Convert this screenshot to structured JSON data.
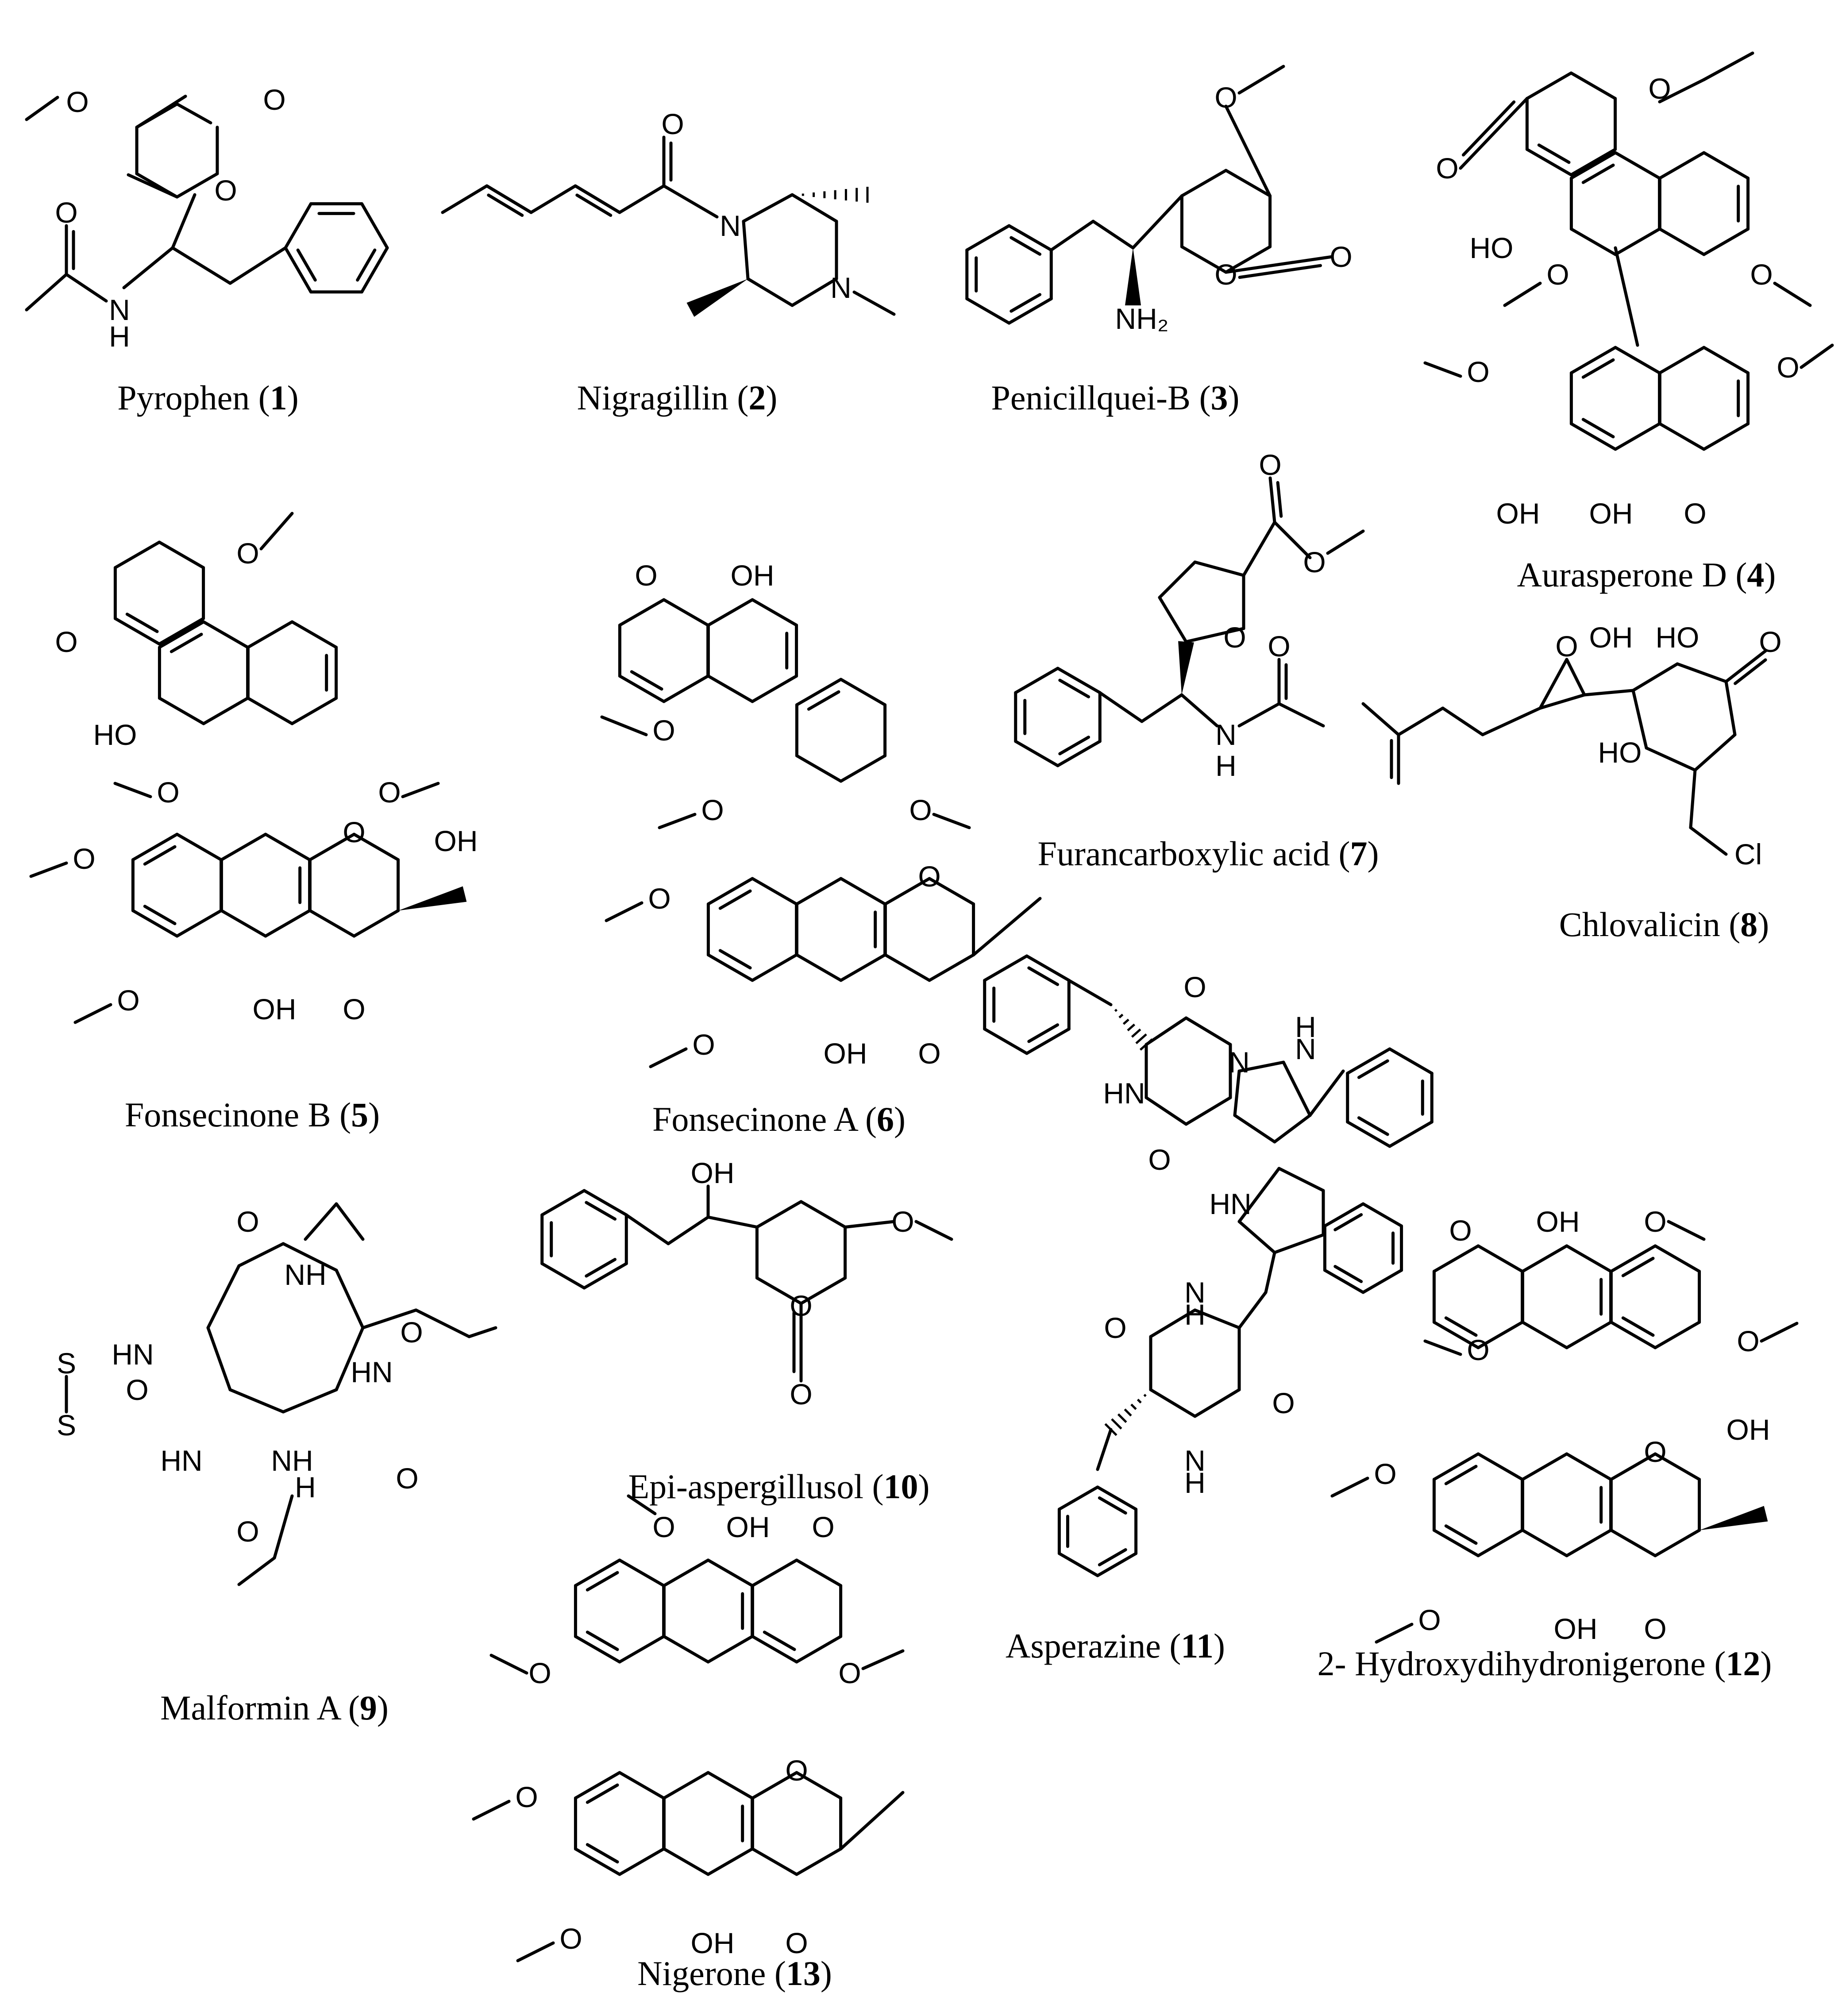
{
  "compounds": [
    {
      "name": "Pyrophen",
      "number": "1"
    },
    {
      "name": "Nigragillin",
      "number": "2"
    },
    {
      "name": "Penicillquei-B",
      "number": "3"
    },
    {
      "name": "Aurasperone D",
      "number": "4"
    },
    {
      "name": "Fonsecinone B",
      "number": "5"
    },
    {
      "name": "Fonsecinone A",
      "number": "6"
    },
    {
      "name": "Furancarboxylic acid",
      "number": "7"
    },
    {
      "name": "Chlovalicin",
      "number": "8"
    },
    {
      "name": "Malformin A",
      "number": "9"
    },
    {
      "name": "Epi-aspergillusol",
      "number": "10"
    },
    {
      "name": "Asperazine",
      "number": "11"
    },
    {
      "name": "2- Hydroxydihydronigerone",
      "number": "12"
    },
    {
      "name": "Nigerone",
      "number": "13"
    }
  ],
  "atom_labels": {
    "O": "O",
    "H": "H",
    "N": "N",
    "HN": "HN",
    "NH": "NH",
    "NH2": "NH₂",
    "OH": "OH",
    "HO": "HO",
    "S": "S",
    "Cl": "Cl"
  }
}
